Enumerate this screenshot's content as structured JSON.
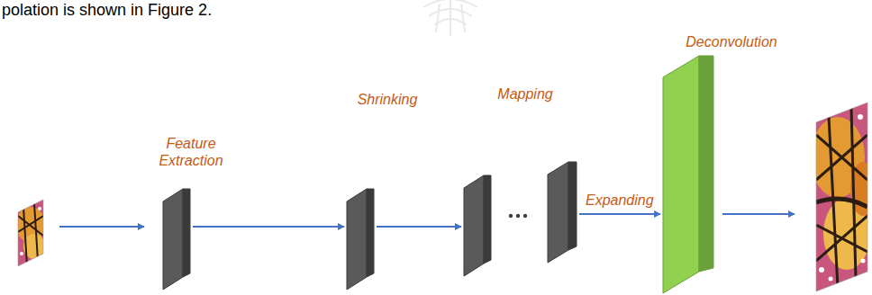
{
  "diagram": {
    "nodes": [
      {
        "text": [
          "Feature Extraction"
        ]
      },
      {
        "text": [
          "Shrinking"
        ]
      },
      {
        "text": [
          "Mapping"
        ]
      },
      {
        "text": [
          "Deconvolution"
        ]
      }
    ],
    "edges": [
      {
        "from": 0,
        "to": 1,
        "arrow": "to"
      },
      {
        "from": 1,
        "to": 2,
        "arrow": "to"
      },
      {
        "from": 2,
        "to": 3,
        "label": "Expanding",
        "arrow": "to"
      }
    ],
    "labels": [
      "polation is shown in Figure 2."
    ]
  }
}
